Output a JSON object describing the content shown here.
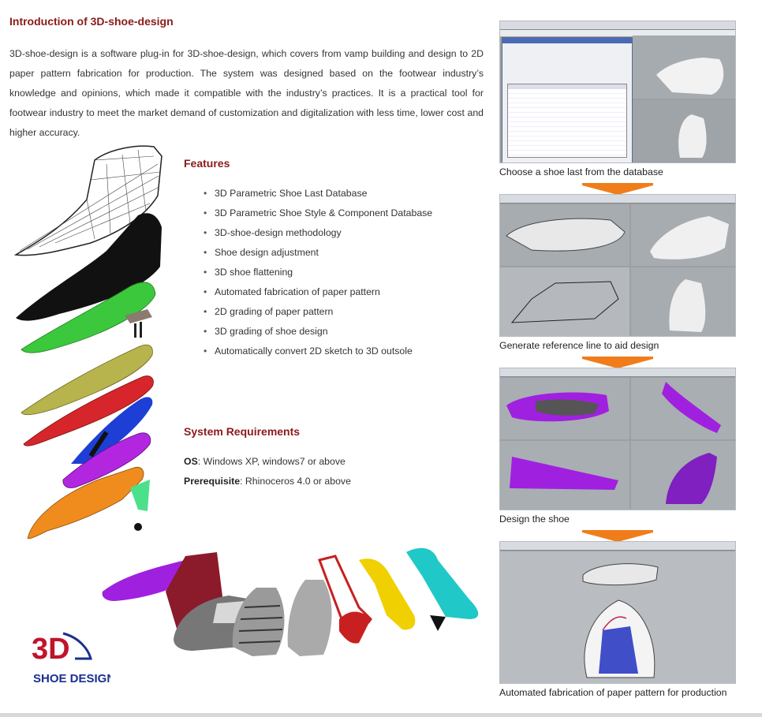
{
  "intro": {
    "title": "Introduction of 3D-shoe-design",
    "paragraph": "3D-shoe-design is a software plug-in for 3D-shoe-design, which covers from vamp building and design to 2D paper pattern fabrication for production. The system was designed based on the footwear industry’s knowledge and opinions, which made it compatible with the industry’s practices. It is a practical tool for footwear industry to meet the market demand of customization and digitalization with less time, lower cost and higher accuracy."
  },
  "features": {
    "heading": "Features",
    "bullet": "•",
    "items": [
      "3D Parametric Shoe Last Database",
      "3D Parametric Shoe Style & Component Database",
      "3D-shoe-design methodology",
      "Shoe design adjustment",
      "3D shoe flattening",
      "Automated fabrication of paper pattern",
      "2D grading of paper pattern",
      "3D grading of shoe design",
      "Automatically convert 2D sketch to 3D outsole"
    ]
  },
  "requirements": {
    "heading": "System Requirements",
    "os_label": "OS",
    "os_value": ": Windows XP, windows7 or above",
    "prereq_label": "Prerequisite",
    "prereq_value": ": Rhinoceros 4.0 or above"
  },
  "steps": [
    {
      "caption": "Choose a shoe last from the database"
    },
    {
      "caption": "Generate reference line to aid design"
    },
    {
      "caption": "Design the shoe"
    },
    {
      "caption": "Automated fabrication of paper pattern for production"
    }
  ],
  "logo": {
    "line1": "3D",
    "line2": "SHOE DESIGN"
  },
  "colors": {
    "heading": "#8b1a1a",
    "arrow": "#f07d1a",
    "logo_blue": "#1a2f8f",
    "logo_red": "#c0142a"
  }
}
